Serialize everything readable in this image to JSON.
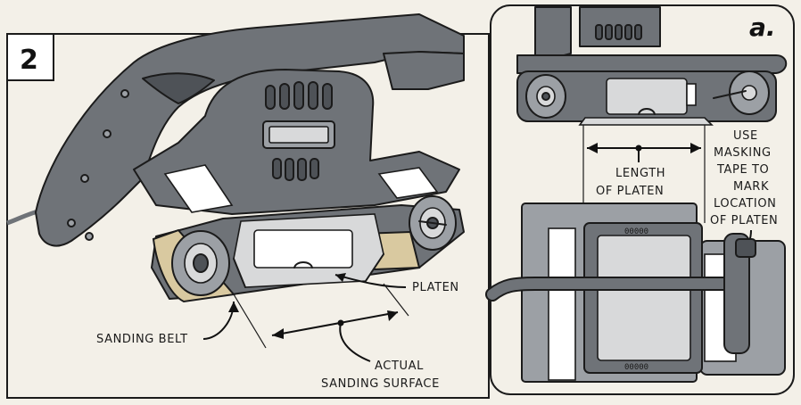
{
  "figure": {
    "number": "2",
    "detail_letter": "a."
  },
  "labels": {
    "platen": "PLATEN",
    "sanding_belt": "SANDING BELT",
    "actual_sanding_surface": [
      "ACTUAL",
      "SANDING SURFACE"
    ],
    "length_of_platen": [
      "LENGTH",
      "OF PLATEN"
    ],
    "use_masking_tape": [
      "USE",
      "MASKING",
      "TAPE TO",
      "MARK",
      "LOCATION",
      "OF PLATEN"
    ]
  },
  "colors": {
    "background": "#f3f0e8",
    "tool_body": "#6f7378",
    "belt": "#d9c9a0",
    "ink": "#1b1b1b"
  }
}
